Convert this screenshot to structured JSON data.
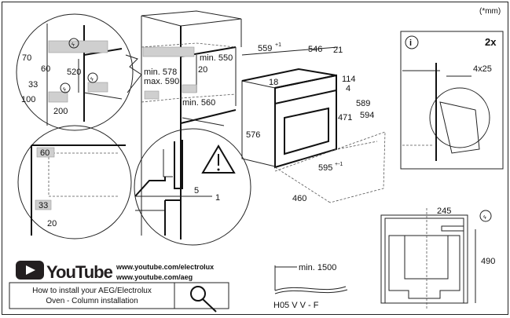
{
  "units_note": "(*mm)",
  "detail_top_left": {
    "d70": "70",
    "d60": "60",
    "d520": "520",
    "d33": "33",
    "d100": "100",
    "d200": "200"
  },
  "column": {
    "min578": "min. 578",
    "max590": "max. 590",
    "min550": "min. 550",
    "d20": "20",
    "min560": "min. 560"
  },
  "oven": {
    "d559": "559",
    "d559_tol": "+1",
    "d546": "546",
    "d21": "21",
    "d18": "18",
    "d114": "114",
    "d4": "4",
    "d589": "589",
    "d594": "594",
    "d471": "471",
    "d576": "576",
    "d595": "595",
    "d595_tol": "+-1",
    "d460": "460"
  },
  "detail_mid": {
    "d5": "5",
    "d1": "1"
  },
  "detail_bottom_left": {
    "d60": "60",
    "d33": "33",
    "d20": "20"
  },
  "fixing": {
    "info_icon": "i",
    "count": "2x",
    "screw": "4x25"
  },
  "front_view": {
    "d245": "245",
    "d490": "490"
  },
  "cable": {
    "length": "min. 1500",
    "type": "H05 V V - F"
  },
  "youtube": {
    "logo_text": "YouTube",
    "url1": "www.youtube.com/electrolux",
    "url2": "www.youtube.com/aeg",
    "search_line1": "How to install your AEG/Electrolux",
    "search_line2": "Oven - Column installation"
  },
  "colors": {
    "line": "#222222",
    "shade": "#cfcfcf",
    "logo": "#231f20"
  }
}
